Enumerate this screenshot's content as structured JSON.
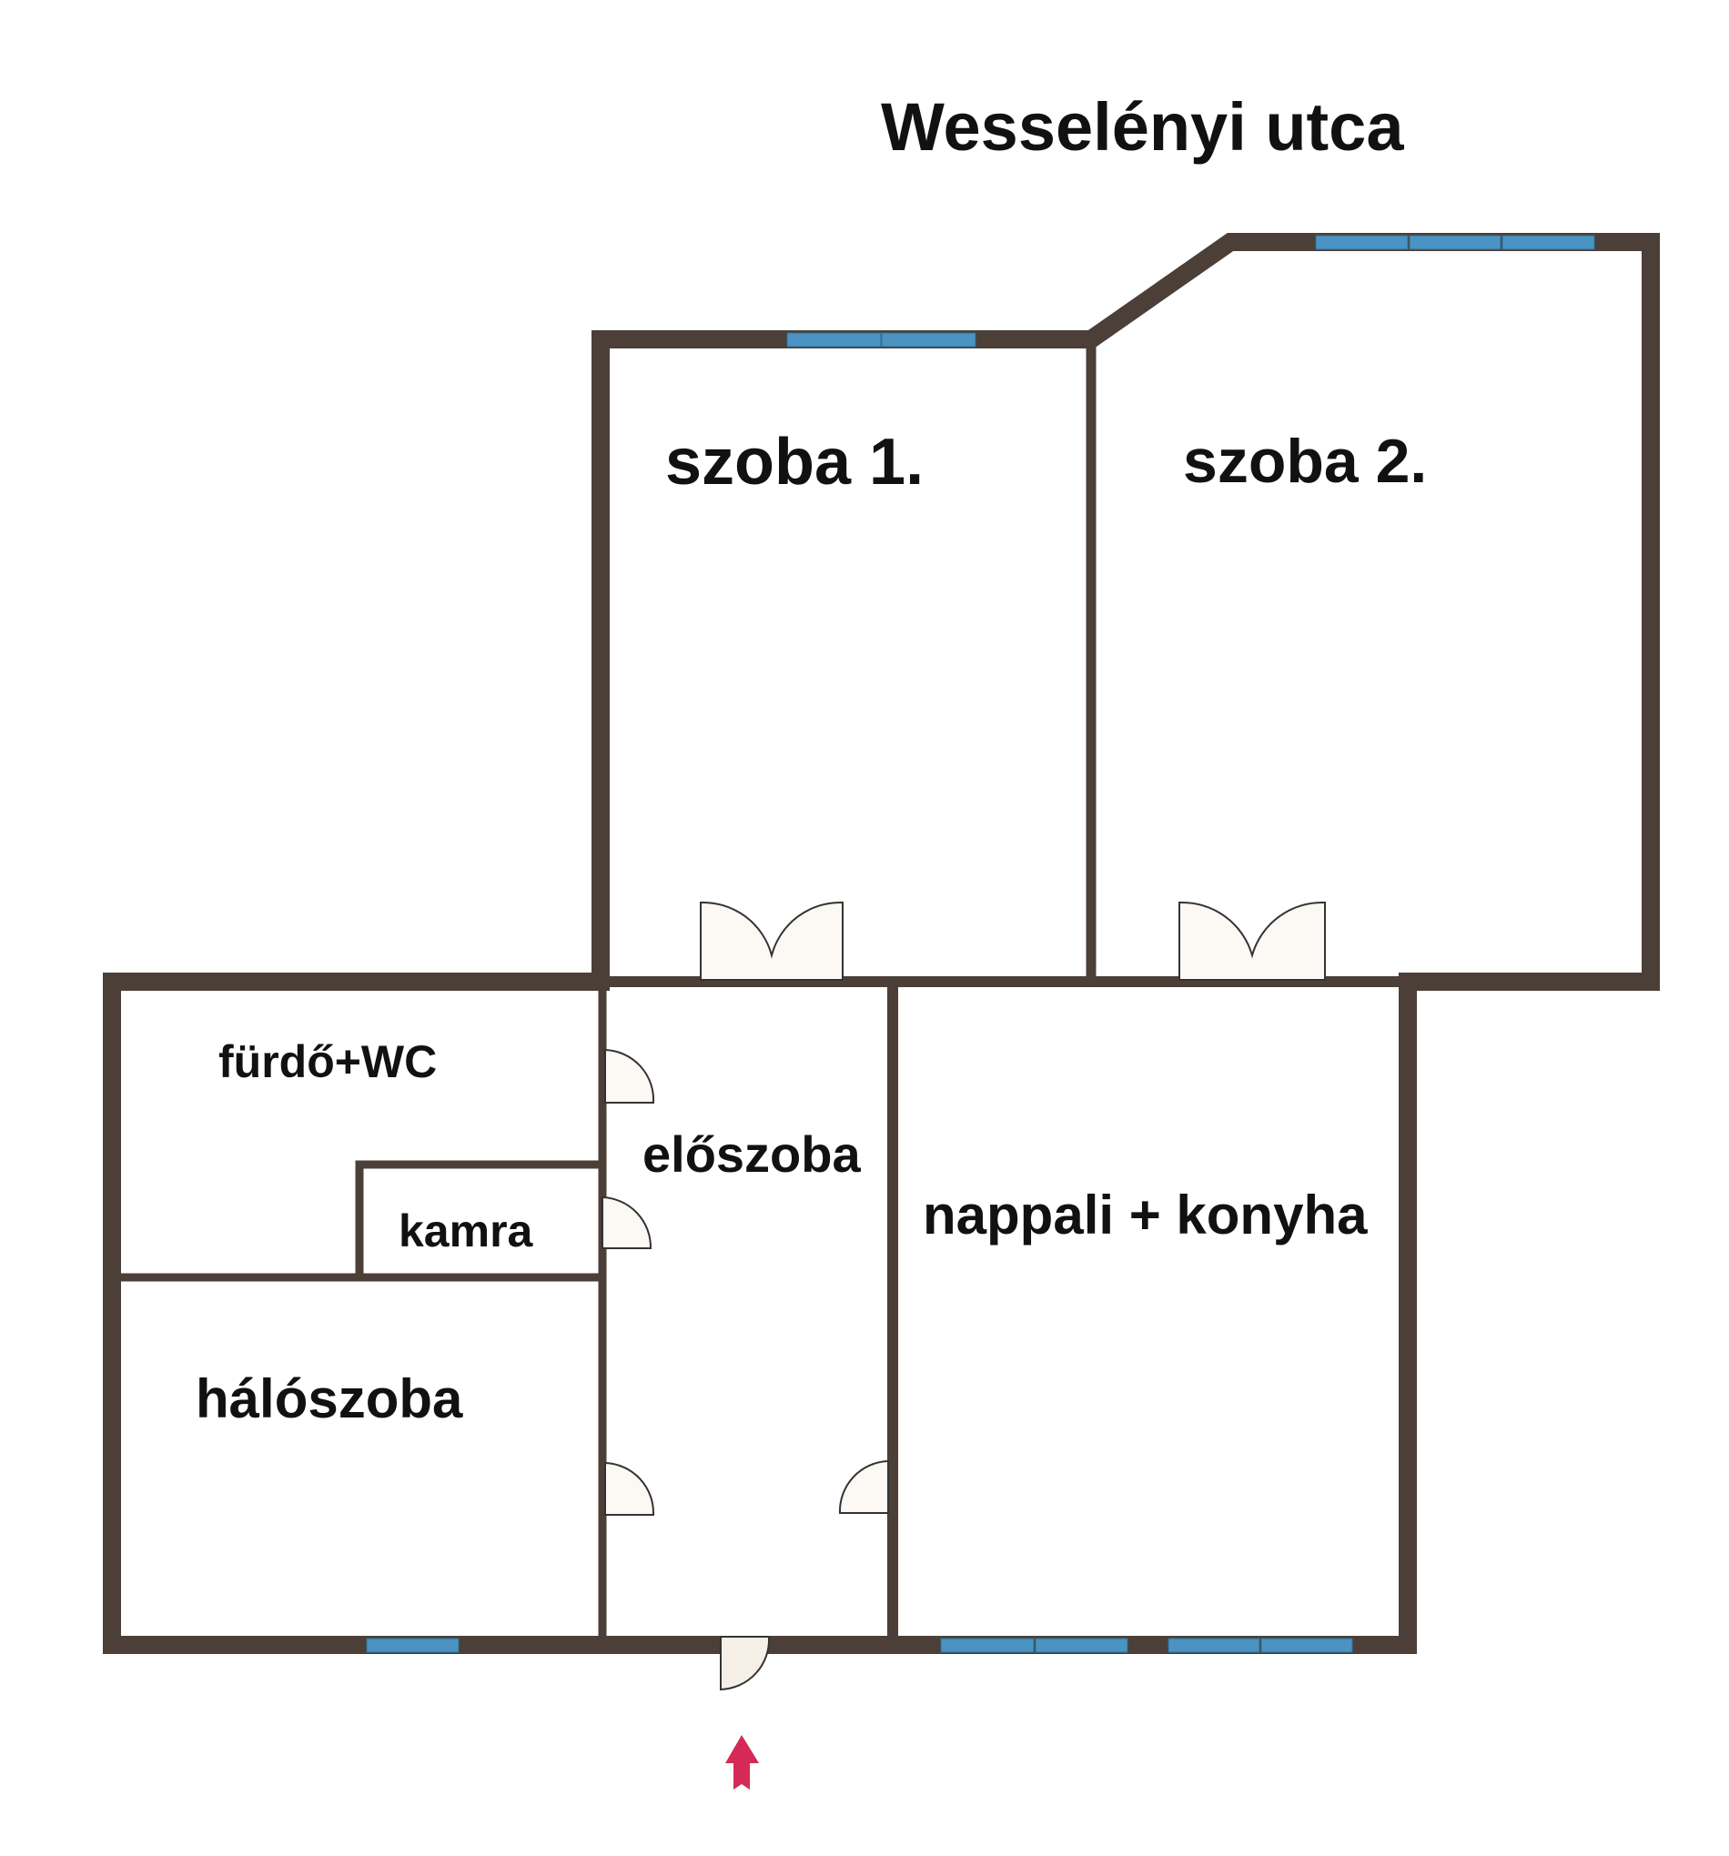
{
  "plan": {
    "street_label": "Wesselényi utca",
    "rooms": {
      "room1": "szoba 1.",
      "room2": "szoba 2.",
      "bathroom": "fürdő+WC",
      "hall": "előszoba",
      "pantry": "kamra",
      "living_kitchen": "nappali + konyha",
      "bedroom": "hálószoba"
    },
    "entrance_icon": "entrance-arrow-icon"
  },
  "colors": {
    "wall": "#4b3f38",
    "window": "#4a93c2",
    "door_fill": "#fcf8f3",
    "arrow": "#d42a55"
  }
}
